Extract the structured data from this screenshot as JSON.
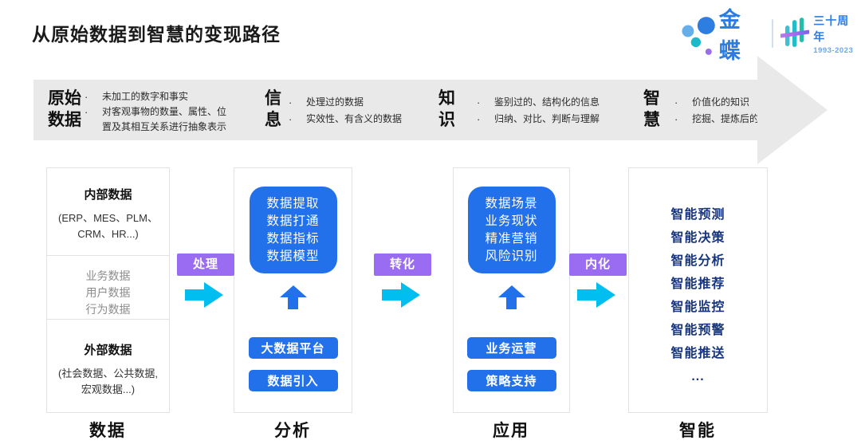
{
  "page": {
    "title": "从原始数据到智慧的变现路径"
  },
  "logo": {
    "brand": "金蝶",
    "anniversary": "三十周年",
    "years": "1993-2023"
  },
  "banner": {
    "stages": [
      {
        "label": "原始\n数据",
        "bullets": [
          "未加工的数字和事实",
          "对客观事物的数量、属性、位置及其相互关系进行抽象表示"
        ]
      },
      {
        "label": "信\n息",
        "bullets": [
          "处理过的数据",
          "实效性、有含义的数据"
        ]
      },
      {
        "label": "知\n识",
        "bullets": [
          "鉴别过的、结构化的信息",
          "归纳、对比、判断与理解"
        ]
      },
      {
        "label": "智\n慧",
        "bullets": [
          "价值化的知识",
          "挖掘、提炼后的决策能力"
        ]
      }
    ]
  },
  "columns": [
    {
      "sections": [
        {
          "title": "内部数据",
          "subtitle": "(ERP、MES、PLM、\nCRM、HR...)"
        },
        {
          "items": [
            "业务数据",
            "用户数据",
            "行为数据"
          ]
        },
        {
          "title": "外部数据",
          "subtitle": "(社会数据、公共数据,\n宏观数据...)"
        }
      ]
    },
    {
      "box_lines": "数据提取\n数据打通\n数据指标\n数据模型",
      "buttons": [
        "大数据平台",
        "数据引入"
      ]
    },
    {
      "box_lines": "数据场景\n业务现状\n精准营销\n风险识别",
      "buttons": [
        "业务运营",
        "策略支持"
      ]
    },
    {
      "items": [
        "智能预测",
        "智能决策",
        "智能分析",
        "智能推荐",
        "智能监控",
        "智能预警",
        "智能推送",
        "..."
      ]
    }
  ],
  "connectors": [
    {
      "label": "处理"
    },
    {
      "label": "转化"
    },
    {
      "label": "内化"
    }
  ],
  "footer": {
    "labels": [
      "数据",
      "分析",
      "应用",
      "智能"
    ]
  },
  "colors": {
    "accent_blue": "#2271EB",
    "navy_text": "#17357E",
    "cyan_arrow": "#00BFF0",
    "purple_badge": "#9A6CF1",
    "banner_gray": "#E9E9E9",
    "kingdee_blue": "#2B7CE0",
    "kingdee_teal": "#1CB9C8",
    "kingdee_purple": "#9A6CF0"
  }
}
